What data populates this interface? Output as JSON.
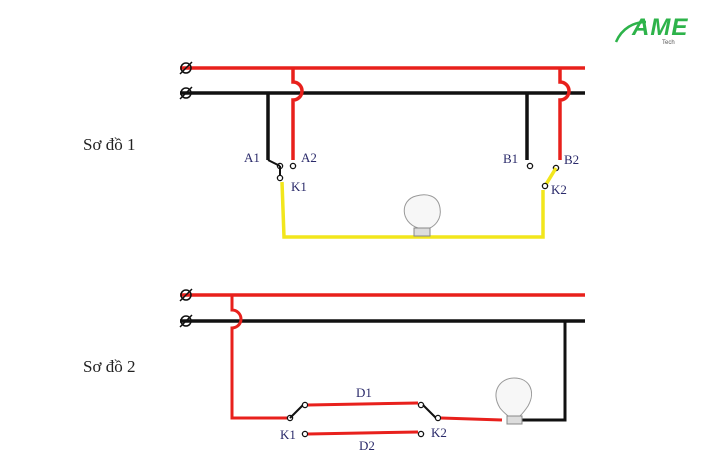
{
  "brand": {
    "logo_text": "AME",
    "logo_sub": "Tech",
    "accent": "#2db34a"
  },
  "colors": {
    "live": "#e8201c",
    "neutral": "#111111",
    "switched": "#f2e61c"
  },
  "diagram1": {
    "title": "Sơ đồ 1",
    "labels": {
      "a1": "A1",
      "a2": "A2",
      "k1": "K1",
      "b1": "B1",
      "b2": "B2",
      "k2": "K2"
    }
  },
  "diagram2": {
    "title": "Sơ đồ 2",
    "labels": {
      "d1": "D1",
      "d2": "D2",
      "k1": "K1",
      "k2": "K2"
    }
  }
}
